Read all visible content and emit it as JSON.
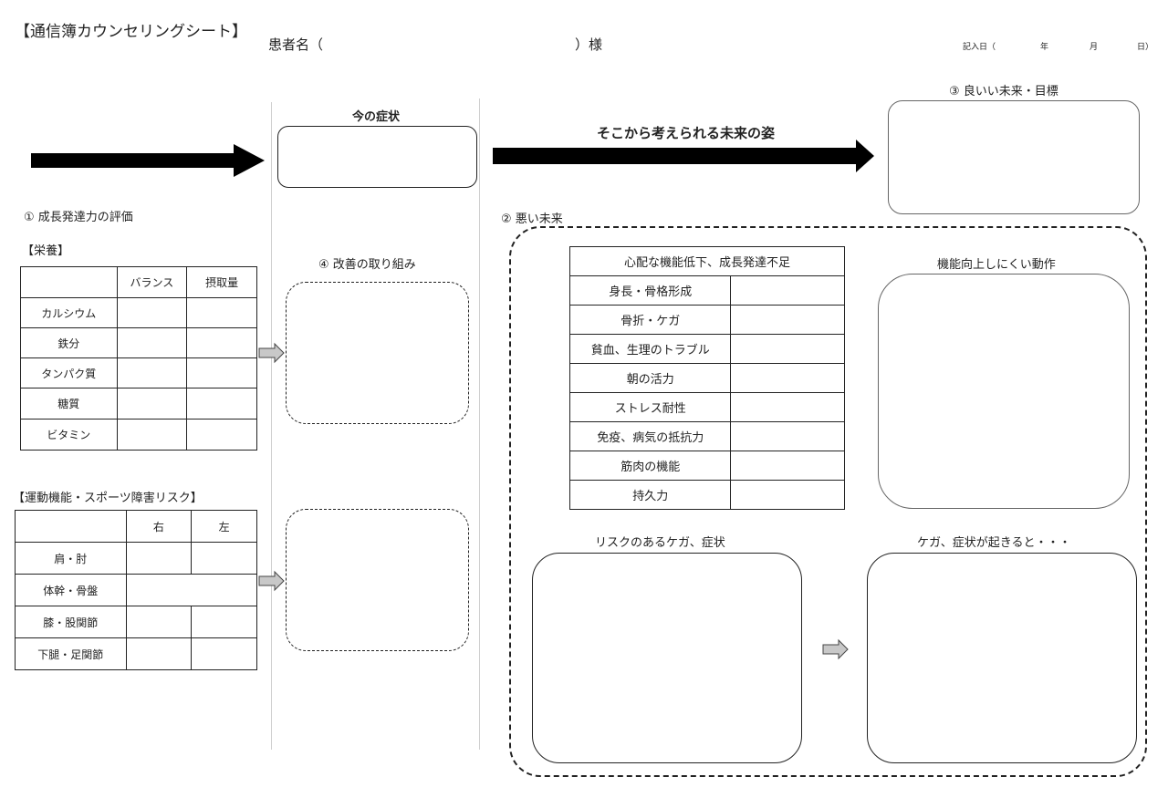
{
  "header": {
    "title": "【通信簿カウンセリングシート】",
    "patient_prefix": "患者名（",
    "patient_suffix": "）様",
    "date_label": "記入日（",
    "year": "年",
    "month": "月",
    "day": "日）"
  },
  "current": {
    "heading": "今の症状"
  },
  "future": {
    "heading": "そこから考えられる未来の姿"
  },
  "good_future": {
    "heading": "③ 良いい未来・目標"
  },
  "evaluation": {
    "heading": "① 成長発達力の評価"
  },
  "nutrition": {
    "heading": "【栄養】",
    "columns": [
      "",
      "バランス",
      "摂取量"
    ],
    "rows": [
      "カルシウム",
      "鉄分",
      "タンパク質",
      "糖質",
      "ビタミン"
    ]
  },
  "motor": {
    "heading": "【運動機能・スポーツ障害リスク】",
    "columns": [
      "",
      "右",
      "左"
    ],
    "rows": [
      "肩・肘",
      "体幹・骨盤",
      "膝・股関節",
      "下腿・足関節"
    ]
  },
  "improvement": {
    "heading": "④ 改善の取り組み"
  },
  "bad_future": {
    "heading": "② 悪い未来"
  },
  "concerns": {
    "heading": "心配な機能低下、成長発達不足",
    "rows": [
      "身長・骨格形成",
      "骨折・ケガ",
      "貧血、生理のトラブル",
      "朝の活力",
      "ストレス耐性",
      "免疫、病気の抵抗力",
      "筋肉の機能",
      "持久力"
    ]
  },
  "hard_motion": {
    "heading": "機能向上しにくい動作"
  },
  "risk_injury": {
    "heading": "リスクのあるケガ、症状"
  },
  "consequence": {
    "heading": "ケガ、症状が起きると・・・"
  }
}
